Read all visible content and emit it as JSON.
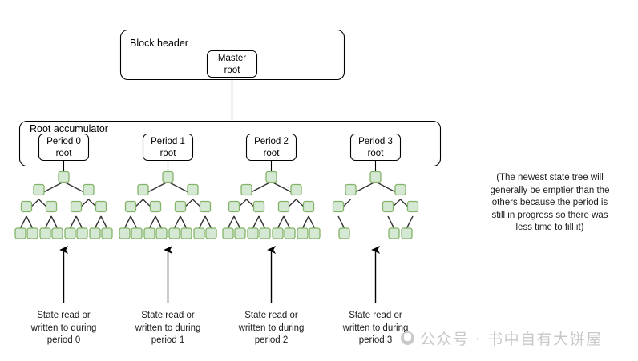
{
  "diagram": {
    "title_block": {
      "label": "Block header",
      "master_root": "Master\nroot"
    },
    "accumulator": {
      "label": "Root accumulator",
      "period_roots": [
        {
          "name": "period-0-root",
          "label": "Period 0\nroot"
        },
        {
          "name": "period-1-root",
          "label": "Period 1\nroot"
        },
        {
          "name": "period-2-root",
          "label": "Period 2\nroot"
        },
        {
          "name": "period-3-root",
          "label": "Period 3\nroot"
        }
      ]
    },
    "trees": [
      {
        "name": "state-tree-period-0",
        "leaves": 8,
        "full": true
      },
      {
        "name": "state-tree-period-1",
        "leaves": 8,
        "full": true
      },
      {
        "name": "state-tree-period-2",
        "leaves": 8,
        "full": true
      },
      {
        "name": "state-tree-period-3",
        "leaves": 3,
        "full": false
      }
    ],
    "captions": [
      "State read or\nwritten to during\nperiod 0",
      "State read or\nwritten to during\nperiod 1",
      "State read or\nwritten to during\nperiod 2",
      "State read or\nwritten to during\nperiod 3"
    ],
    "side_note": "(The newest state tree will\ngenerally be emptier than the\nothers because the period is\nstill in progress so there was\nless time to fill it)",
    "watermark": "公众号 · 书中自有大饼屋",
    "colors": {
      "node_fill": "#d5e8d4",
      "node_stroke": "#82b366",
      "box_stroke": "#000000",
      "box_fill": "#ffffff",
      "edge_stroke": "#333333",
      "arrow_stroke": "#000000",
      "watermark": "#c9c9c9",
      "background": "#ffffff"
    }
  }
}
